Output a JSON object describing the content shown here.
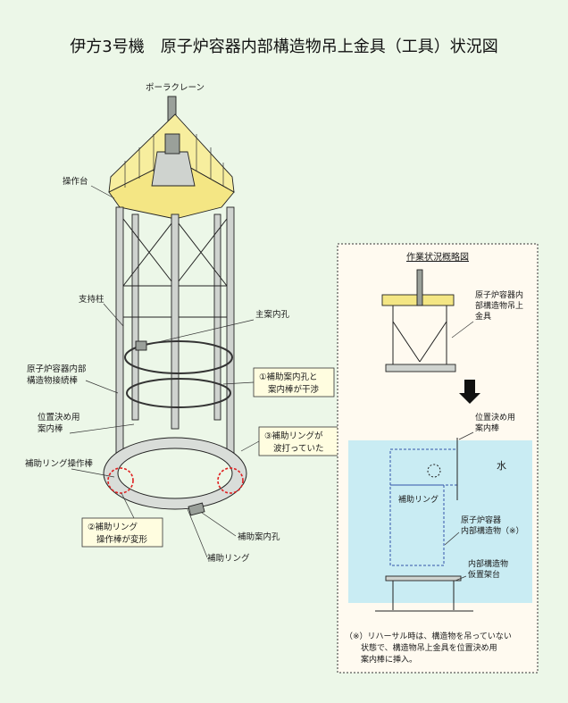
{
  "title": "伊方3号機　原子炉容器内部構造物吊上金具（工具）状況図",
  "labels": {
    "polar_crane": "ポーラクレーン",
    "operation_platform": "操作台",
    "support_column": "支持柱",
    "main_guide_hole": "主案内孔",
    "internals_connecting_rod_1": "原子炉容器内部",
    "internals_connecting_rod_2": "構造物接続棒",
    "positioning_guide_rod_1": "位置決め用",
    "positioning_guide_rod_2": "案内棒",
    "aux_ring_operating_rod": "補助リング操作棒",
    "aux_guide_hole": "補助案内孔",
    "aux_ring": "補助リング"
  },
  "callouts": {
    "c1_line1": "①補助案内孔と",
    "c1_line2": "案内棒が干渉",
    "c2_line1": "②補助リング",
    "c2_line2": "操作棒が変形",
    "c3_line1": "③補助リングが",
    "c3_line2": "波打っていた"
  },
  "inset": {
    "title": "作業状況概略図",
    "lifting_tool_1": "原子炉容器内",
    "lifting_tool_2": "部構造物吊上",
    "lifting_tool_3": "金具",
    "positioning_rod_1": "位置決め用",
    "positioning_rod_2": "案内棒",
    "water": "水",
    "aux_ring": "補助リング",
    "internals_1": "原子炉容器",
    "internals_2": "内部構造物（※）",
    "stand_1": "内部構造物",
    "stand_2": "仮置架台",
    "note_1": "（※）リハーサル時は、構造物を吊っていない",
    "note_2": "状態で、構造物吊上金具を位置決め用",
    "note_3": "案内棒に挿入。"
  },
  "colors": {
    "background": "#ecf7e8",
    "platform_yellow": "#f4e684",
    "water_blue": "#c9ecf3",
    "highlight_red": "#e02020"
  }
}
